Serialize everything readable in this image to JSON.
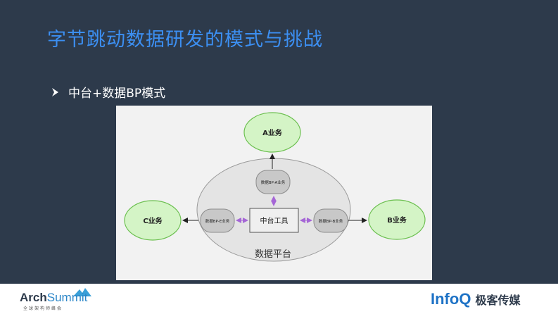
{
  "slide": {
    "title": "字节跳动数据研发的模式与挑战",
    "bullet": "中台+数据BP模式"
  },
  "diagram": {
    "node_a": "A业务",
    "node_b": "B业务",
    "node_c": "C业务",
    "bp_a": "数据BP-A业务",
    "bp_b": "数据BP-B业务",
    "bp_e": "数据BP-E业务",
    "center_tool": "中台工具",
    "platform": "数据平台"
  },
  "footer": {
    "left_logo_arch": "Arch",
    "left_logo_summit": "Summit",
    "left_logo_sub": "全球架构师峰会",
    "right_logo_infoq": "InfoQ",
    "right_logo_cn": "极客传媒"
  },
  "colors": {
    "background": "#2d3a4b",
    "title": "#3c8ff2",
    "node_green": "#d4f4c6",
    "node_green_stroke": "#6bbf4f",
    "bp_gray": "#c8c8c8",
    "platform_gray": "#e4e4e4",
    "link_purple": "#a566d6",
    "infoq_blue": "#1f73c6"
  }
}
